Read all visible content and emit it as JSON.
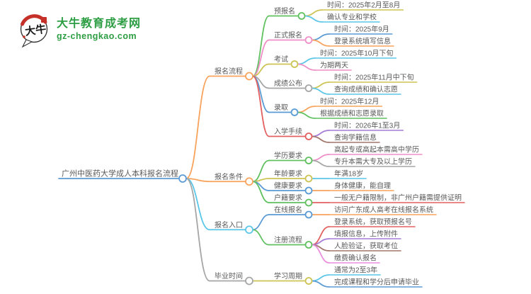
{
  "logo": {
    "brand": "大牛教育成考网",
    "domain": "gz-chengkao.com",
    "mark_text": "大牛",
    "brand_color": "#2e9e44",
    "mark_red": "#c53028"
  },
  "mindmap": {
    "root": {
      "label": "广州中医药大学成人本科报名流程",
      "color": "#5b9bd5"
    },
    "branches": [
      {
        "label": "报名流程",
        "color": "#f7a35c",
        "children": [
          {
            "label": "预报名",
            "color": "#61c161",
            "children": [
              {
                "label": "时间：2025年2月至8月",
                "color": "#cdc455"
              },
              {
                "label": "确认专业和学校",
                "color": "#5bc6e8"
              }
            ]
          },
          {
            "label": "正式报名",
            "color": "#ef8fc7",
            "children": [
              {
                "label": "时间：2025年9月",
                "color": "#5b9bd5"
              },
              {
                "label": "登录系统填写信息",
                "color": "#f7a35c"
              }
            ]
          },
          {
            "label": "考试",
            "color": "#cdc455",
            "children": [
              {
                "label": "时间：2025年10月下旬",
                "color": "#5bc6e8"
              },
              {
                "label": "为期两天",
                "color": "#ef8fc7"
              }
            ]
          },
          {
            "label": "成绩公布",
            "color": "#a6a6a6",
            "children": [
              {
                "label": "时间：2025年11月中下旬",
                "color": "#cdc455"
              },
              {
                "label": "查询成绩和确认志愿",
                "color": "#5bc6e8"
              }
            ]
          },
          {
            "label": "录取",
            "color": "#5b9bd5",
            "children": [
              {
                "label": "时间：2025年12月",
                "color": "#f7a35c"
              },
              {
                "label": "根据成绩和志愿录取",
                "color": "#61c161"
              }
            ]
          },
          {
            "label": "入学手续",
            "color": "#e36060",
            "children": [
              {
                "label": "时间：2026年1至3月",
                "color": "#a57cd5"
              },
              {
                "label": "查询学籍信息",
                "color": "#a3766b"
              }
            ]
          }
        ]
      },
      {
        "label": "报名条件",
        "color": "#f7a35c",
        "children": [
          {
            "label": "学历要求",
            "color": "#61c161",
            "children": [
              {
                "label": "高起专或高起本需高中学历",
                "color": "#ef8fc7"
              },
              {
                "label": "专升本需大专及以上学历",
                "color": "#a6a6a6"
              }
            ]
          },
          {
            "label": "年龄要求",
            "color": "#cdc455",
            "children": [
              {
                "label": "年满18岁",
                "color": "#5bc6e8"
              }
            ]
          },
          {
            "label": "健康要求",
            "color": "#5b9bd5",
            "children": [
              {
                "label": "身体健康，能自理",
                "color": "#f7a35c"
              }
            ]
          },
          {
            "label": "户籍要求",
            "color": "#61c161",
            "children": [
              {
                "label": "一般无户籍限制，非广州户籍需提供证明",
                "color": "#e36060"
              }
            ]
          }
        ]
      },
      {
        "label": "报名入口",
        "color": "#5bc6e8",
        "children": [
          {
            "label": "在线报名",
            "color": "#5b9bd5",
            "children": [
              {
                "label": "访问广东成人高考在线报名系统",
                "color": "#f7a35c"
              }
            ]
          },
          {
            "label": "注册流程",
            "color": "#61c161",
            "children": [
              {
                "label": "登录系统，获取预报名号",
                "color": "#e36060"
              },
              {
                "label": "填报信息，上传附件",
                "color": "#a57cd5"
              },
              {
                "label": "人脸验证，获取考位",
                "color": "#a3766b"
              },
              {
                "label": "缴费确认报名",
                "color": "#e98ede"
              }
            ]
          }
        ]
      },
      {
        "label": "毕业时间",
        "color": "#a6a6a6",
        "children": [
          {
            "label": "学习周期",
            "color": "#cdc455",
            "children": [
              {
                "label": "通常为2至3年",
                "color": "#5bc6e8"
              },
              {
                "label": "完成课程和学分后申请毕业",
                "color": "#5b9bd5"
              }
            ]
          }
        ]
      }
    ]
  }
}
